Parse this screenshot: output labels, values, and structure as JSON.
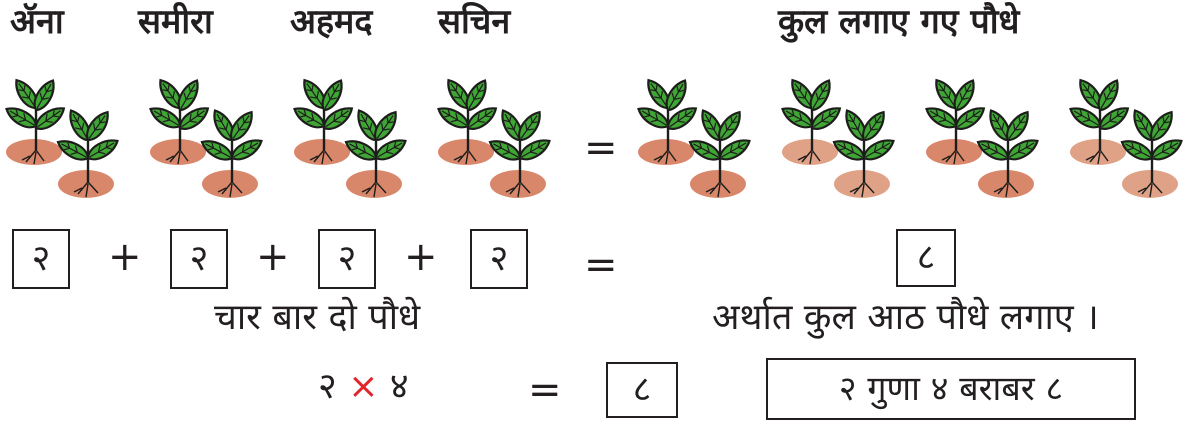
{
  "names": [
    "ॲना",
    "समीरा",
    "अहमद",
    "सचिन"
  ],
  "total_title": "कुल लगाए गए पौधे",
  "addends": [
    "२",
    "२",
    "२",
    "२"
  ],
  "plus_sign": "+",
  "equals_sign": "=",
  "sum_value": "८",
  "phrase_left": "चार बार दो पौधे",
  "phrase_right": "अर्थात कुल आठ पौधे लगाए ।",
  "mult_left": "२",
  "times_sign": "×",
  "mult_right": "४",
  "product": "८",
  "statement": "२ गुणा ४ बराबर ८",
  "colors": {
    "leaf": "#3fa535",
    "soil_dark": "#d9876b",
    "soil_light": "#e0a287",
    "times": "#e1252a"
  },
  "icons": {
    "plant": "seedling-pair-icon"
  }
}
